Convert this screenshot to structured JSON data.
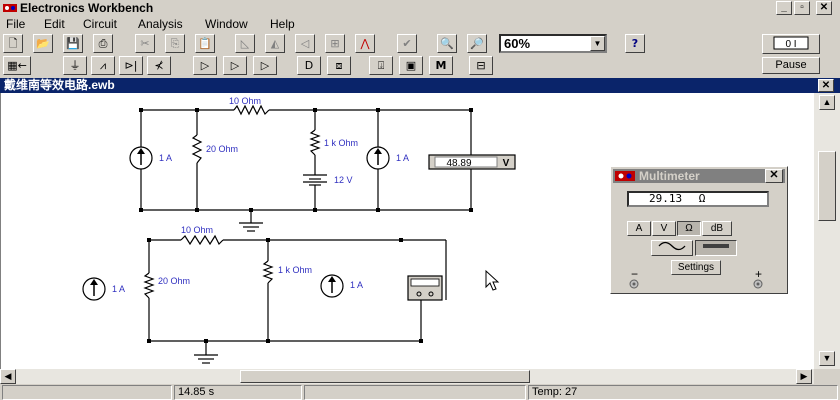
{
  "app": {
    "title": "Electronics Workbench"
  },
  "window_controls": {
    "minimize": "_",
    "restore": "▫",
    "close": "✕"
  },
  "menu": [
    "File",
    "Edit",
    "Circuit",
    "Analysis",
    "Window",
    "Help"
  ],
  "zoom": {
    "value": "60%"
  },
  "help_button": "?",
  "pause_button": "Pause",
  "toolbar2": {
    "macro_label": "M"
  },
  "document": {
    "title": "戴维南等效电路.ewb",
    "close": "✕"
  },
  "circuit1": {
    "r1_label": "10  Ohm",
    "r2_label": "20  Ohm",
    "r3_label": "1 k Ohm",
    "src1_label": "1 A",
    "src2_label": "1 A",
    "battery_label": "12 V",
    "voltmeter_value": "48.89",
    "voltmeter_unit": "V"
  },
  "circuit2": {
    "r1_label": "10  Ohm",
    "r2_label": "20  Ohm",
    "r3_label": "1 k Ohm",
    "src1_label": "1 A",
    "src2_label": "1 A"
  },
  "multimeter": {
    "title": "Multimeter",
    "close": "✕",
    "reading": "29.13",
    "reading_unit": "Ω",
    "mode_buttons": [
      "A",
      "V",
      "Ω",
      "dB"
    ],
    "settings": "Settings",
    "minus": "−",
    "plus": "+"
  },
  "statusbar": {
    "time": "14.85 s",
    "temp": "Temp:  27"
  }
}
